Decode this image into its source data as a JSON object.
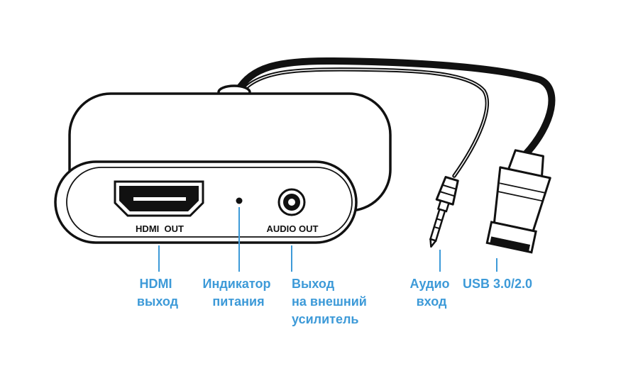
{
  "device": {
    "hdmi_port_label": "HDMI  OUT",
    "audio_port_label": "AUDIO OUT"
  },
  "callouts": {
    "hdmi_out": {
      "line1": "HDMI",
      "line2": "выход"
    },
    "power_led": {
      "line1": "Индикатор",
      "line2": "питания"
    },
    "amp_out": {
      "line1": "Выход",
      "line2": "на внешний",
      "line3": "усилитель"
    },
    "audio_in": {
      "line1": "Аудио",
      "line2": "вход"
    },
    "usb": {
      "line1": "USB 3.0/2.0"
    }
  },
  "colors": {
    "accent": "#3d9ad8",
    "outline": "#111111",
    "background": "#ffffff"
  }
}
